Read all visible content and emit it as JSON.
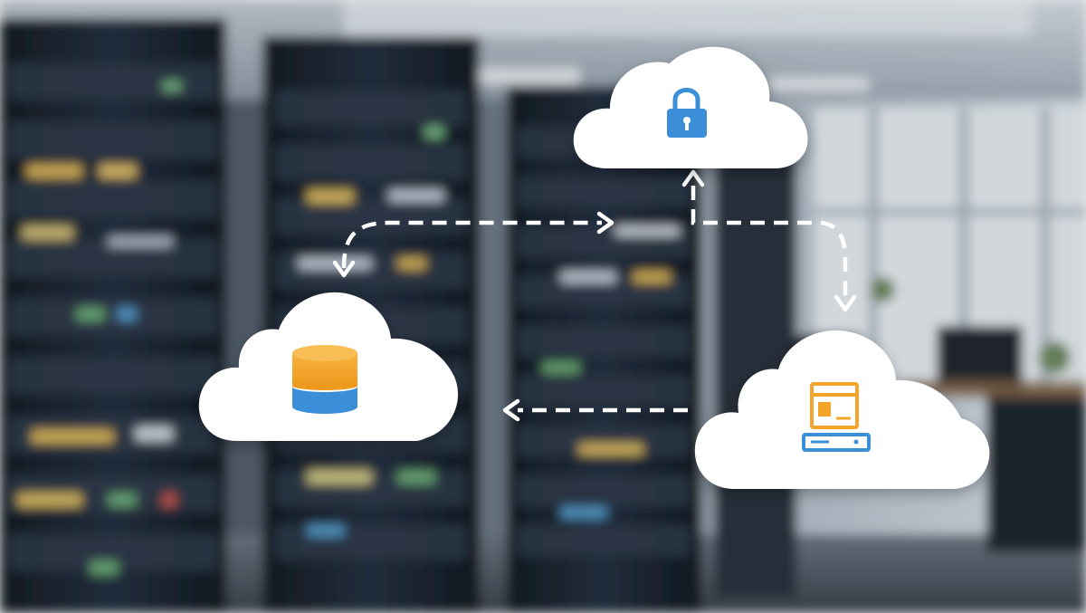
{
  "scene": {
    "background": "server-room",
    "clouds": [
      {
        "name": "database-cloud",
        "icon": "database-icon"
      },
      {
        "name": "security-cloud",
        "icon": "lock-icon"
      },
      {
        "name": "server-cloud",
        "icon": "server-computer-icon"
      }
    ],
    "connections": [
      {
        "from": "security-cloud",
        "to": "database-cloud",
        "style": "dashed-arrow"
      },
      {
        "from": "database-cloud",
        "to": "security-cloud",
        "style": "dashed-arrow"
      },
      {
        "from": "server-cloud",
        "to": "security-cloud",
        "style": "dashed-arrow"
      },
      {
        "from": "security-cloud",
        "to": "server-cloud",
        "style": "dashed-arrow"
      },
      {
        "from": "server-cloud",
        "to": "database-cloud",
        "style": "dashed-arrow"
      }
    ]
  },
  "colors": {
    "accent_orange": "#F5A42A",
    "accent_blue": "#3A8FD8",
    "cloud_white": "#FFFFFF",
    "rack_dark": "#1E2630",
    "background_light": "#C9D2DA"
  }
}
